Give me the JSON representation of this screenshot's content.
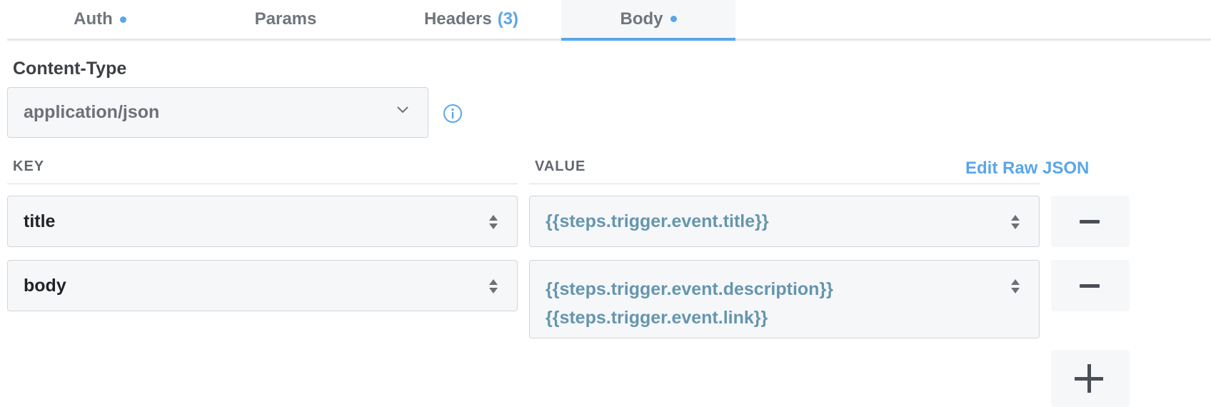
{
  "tabs": [
    {
      "label": "Auth",
      "dot": true
    },
    {
      "label": "Params",
      "dot": false
    },
    {
      "label": "Headers",
      "count": "(3)",
      "dot": false
    },
    {
      "label": "Body",
      "dot": true,
      "active": true
    }
  ],
  "content_type": {
    "label": "Content-Type",
    "selected": "application/json"
  },
  "columns": {
    "key": "KEY",
    "value": "VALUE"
  },
  "edit_raw_label": "Edit Raw JSON",
  "rows": [
    {
      "key": "title",
      "value_lines": [
        "{{steps.trigger.event.title}}"
      ]
    },
    {
      "key": "body",
      "value_lines": [
        "{{steps.trigger.event.description}}",
        "{{steps.trigger.event.link}}"
      ]
    }
  ],
  "colors": {
    "accent": "#5aa6e8",
    "value_text": "#6596ad",
    "field_bg": "#f6f7f9"
  }
}
